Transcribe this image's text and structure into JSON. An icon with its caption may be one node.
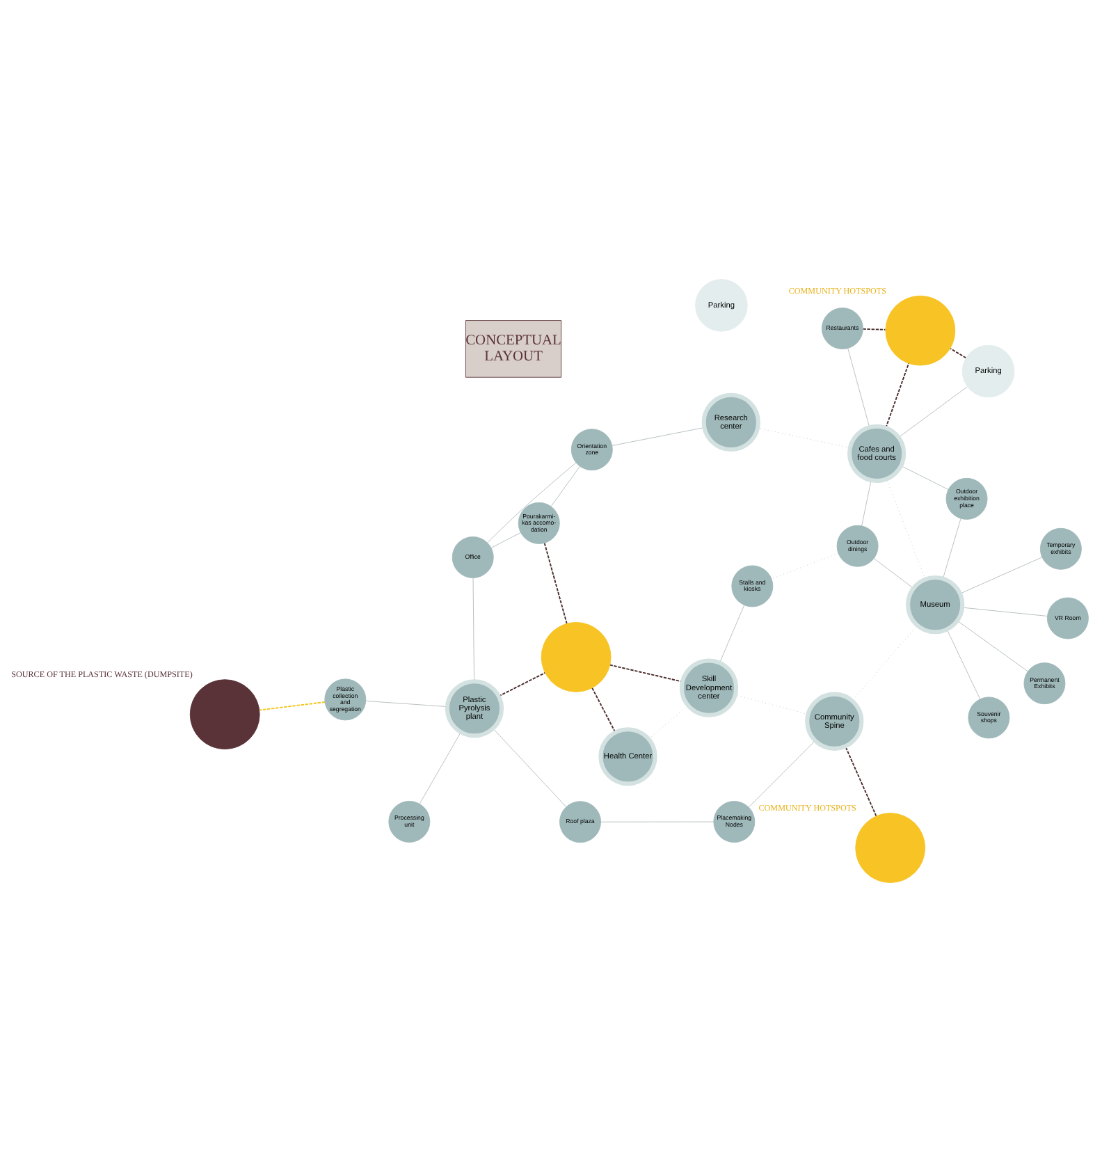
{
  "diagram": {
    "nodes": [
      {
        "text": [
          "SOURCE OF THE PLASTIC WASTE (DUMPSITE)"
        ]
      },
      {
        "text": [
          "Plastic collection and segregation"
        ]
      },
      {
        "text": [
          "Processing unit"
        ]
      },
      {
        "text": [
          "Plastic Pyrolysis plant"
        ]
      },
      {
        "text": [
          "COMMUNITY HOTSPOTS"
        ]
      },
      {
        "text": [
          "Office"
        ]
      },
      {
        "text": [
          "Orientation zone"
        ]
      },
      {
        "text": [
          "Roof plaza"
        ]
      },
      {
        "text": [
          "Pourakarmi-kas accomo-dation"
        ]
      },
      {
        "text": [
          "VR Room"
        ]
      },
      {
        "text": [
          "Souvenir shops"
        ]
      },
      {
        "text": [
          "Placemaking Nodes"
        ]
      },
      {
        "text": [
          "Community Spine"
        ]
      },
      {
        "text": [],
        "shape": "circle"
      },
      {
        "text": [
          "Research center"
        ]
      },
      {
        "text": [
          "Permanent Exhibits"
        ]
      },
      {
        "text": [
          "Temporary exhibits"
        ]
      },
      {
        "text": [
          "Museum"
        ]
      },
      {
        "text": [
          "Outdoor dinings"
        ]
      },
      {
        "text": [
          "Health Center"
        ]
      },
      {
        "text": [
          "Parking"
        ]
      },
      {
        "text": [
          "Outdoor exhibition place"
        ]
      },
      {
        "text": [
          "Stalls and kiosks"
        ]
      },
      {
        "text": [
          "Skill Development center"
        ]
      },
      {
        "text": [
          "Cafes and food courts"
        ]
      },
      {
        "text": [
          "Restaurants"
        ]
      },
      {
        "text": [
          "Parking"
        ]
      },
      {
        "text": [
          "COMMUNITY HOTSPOTS"
        ]
      },
      {
        "text": [
          "CONCEPTUAL LAYOUT"
        ]
      }
    ],
    "edges": [
      {
        "from": 1,
        "to": 0,
        "arrow": "none",
        "style": "dashed",
        "color": "#f5c518"
      },
      {
        "from": 1,
        "to": 3,
        "arrow": "none"
      },
      {
        "from": 2,
        "to": 3,
        "arrow": "none"
      },
      {
        "from": 3,
        "to": 5,
        "arrow": "none"
      },
      {
        "from": 5,
        "to": 6,
        "arrow": "none"
      },
      {
        "from": 5,
        "to": 8,
        "arrow": "none"
      },
      {
        "from": 6,
        "to": 8,
        "arrow": "none"
      },
      {
        "from": 6,
        "to": 14,
        "arrow": "none"
      },
      {
        "from": 3,
        "to": 7,
        "arrow": "none"
      },
      {
        "from": 7,
        "to": 11,
        "arrow": "none"
      },
      {
        "from": 11,
        "to": 12,
        "arrow": "none"
      },
      {
        "from": 3,
        "to": 13,
        "arrow": "none",
        "style": "dashed",
        "color": "#4a2c2c"
      },
      {
        "from": 8,
        "to": 13,
        "arrow": "none",
        "style": "dashed",
        "color": "#4a2c2c"
      },
      {
        "from": 13,
        "to": 23,
        "arrow": "none",
        "style": "dashed",
        "color": "#4a2c2c"
      },
      {
        "from": 13,
        "to": 19,
        "arrow": "none",
        "style": "dashed",
        "color": "#4a2c2c"
      },
      {
        "from": 4,
        "to": 12,
        "arrow": "none",
        "style": "dashed",
        "color": "#4a2c2c"
      },
      {
        "from": 9,
        "to": 17,
        "arrow": "none"
      },
      {
        "from": 10,
        "to": 17,
        "arrow": "none"
      },
      {
        "from": 15,
        "to": 17,
        "arrow": "none"
      },
      {
        "from": 16,
        "to": 17,
        "arrow": "none"
      },
      {
        "from": 17,
        "to": 12,
        "arrow": "none",
        "style": "dashed"
      },
      {
        "from": 17,
        "to": 18,
        "arrow": "none"
      },
      {
        "from": 17,
        "to": 21,
        "arrow": "none"
      },
      {
        "from": 17,
        "to": 24,
        "arrow": "none",
        "style": "dashed"
      },
      {
        "from": 12,
        "to": 23,
        "arrow": "none",
        "style": "dashed"
      },
      {
        "from": 18,
        "to": 22,
        "arrow": "none",
        "style": "dashed"
      },
      {
        "from": 18,
        "to": 24,
        "arrow": "none"
      },
      {
        "from": 22,
        "to": 23,
        "arrow": "none"
      },
      {
        "from": 23,
        "to": 19,
        "arrow": "none",
        "style": "dashed"
      },
      {
        "from": 21,
        "to": 24,
        "arrow": "none"
      },
      {
        "from": 24,
        "to": 25,
        "arrow": "none"
      },
      {
        "from": 24,
        "to": 26,
        "arrow": "none"
      },
      {
        "from": 25,
        "to": 27,
        "arrow": "none",
        "style": "dashed",
        "color": "#4a2c2c"
      },
      {
        "from": 24,
        "to": 27,
        "arrow": "none",
        "style": "dashed",
        "color": "#4a2c2c"
      },
      {
        "from": 26,
        "to": 27,
        "arrow": "none",
        "style": "dashed",
        "color": "#4a2c2c"
      },
      {
        "from": 24,
        "to": 14,
        "arrow": "none",
        "style": "dashed"
      }
    ]
  }
}
